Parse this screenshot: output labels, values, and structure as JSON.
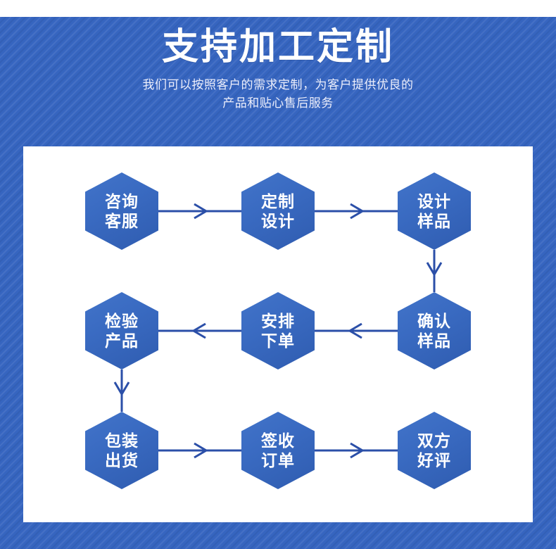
{
  "page": {
    "background_color": "#3665c0",
    "card_color": "#ffffff",
    "accent_color": "#2f5cb0",
    "hexagon_color": "#3a6bc2",
    "connector_color": "#2b4fa8"
  },
  "header": {
    "title": "支持加工定制",
    "subtitle_line1": "我们可以按照客户的需求定制，为客户提供优良的",
    "subtitle_line2": "产品和贴心售后服务",
    "title_color": "#ffffff",
    "subtitle_color": "#eceefb"
  },
  "flow": {
    "nodes": [
      {
        "id": "n1",
        "label": "咨询\n客服",
        "row": 0,
        "col": 0,
        "step": 1
      },
      {
        "id": "n2",
        "label": "定制\n设计",
        "row": 0,
        "col": 1,
        "step": 2
      },
      {
        "id": "n3",
        "label": "设计\n样品",
        "row": 0,
        "col": 2,
        "step": 3
      },
      {
        "id": "n4",
        "label": "确认\n样品",
        "row": 1,
        "col": 2,
        "step": 4
      },
      {
        "id": "n5",
        "label": "安排\n下单",
        "row": 1,
        "col": 1,
        "step": 5
      },
      {
        "id": "n6",
        "label": "检验\n产品",
        "row": 1,
        "col": 0,
        "step": 6
      },
      {
        "id": "n7",
        "label": "包装\n出货",
        "row": 2,
        "col": 0,
        "step": 7
      },
      {
        "id": "n8",
        "label": "签收\n订单",
        "row": 2,
        "col": 1,
        "step": 8
      },
      {
        "id": "n9",
        "label": "双方\n好评",
        "row": 2,
        "col": 2,
        "step": 9
      }
    ],
    "edges": [
      {
        "from": "n1",
        "to": "n2",
        "direction": "right"
      },
      {
        "from": "n2",
        "to": "n3",
        "direction": "right"
      },
      {
        "from": "n3",
        "to": "n4",
        "direction": "down"
      },
      {
        "from": "n4",
        "to": "n5",
        "direction": "left"
      },
      {
        "from": "n5",
        "to": "n6",
        "direction": "left"
      },
      {
        "from": "n6",
        "to": "n7",
        "direction": "down"
      },
      {
        "from": "n7",
        "to": "n8",
        "direction": "right"
      },
      {
        "from": "n8",
        "to": "n9",
        "direction": "right"
      }
    ]
  }
}
